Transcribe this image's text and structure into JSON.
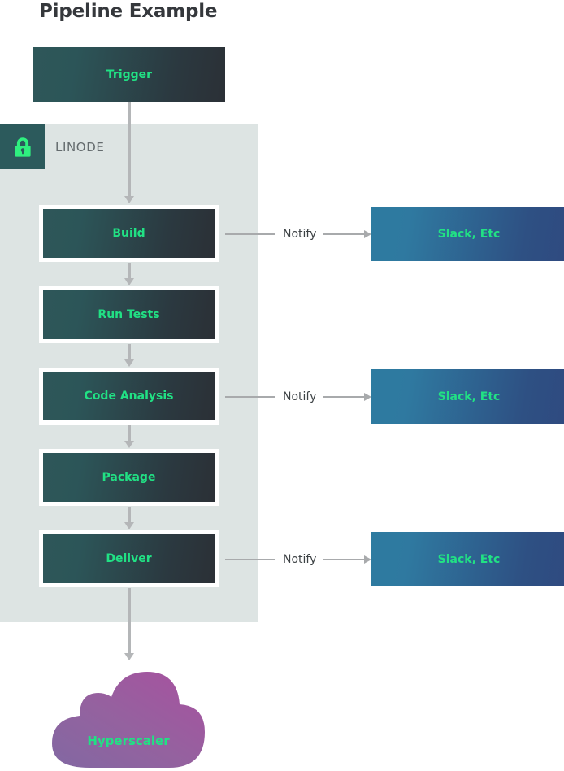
{
  "title": "Pipeline Example",
  "container": {
    "label": "LINODE",
    "badge_icon": "lock-icon"
  },
  "trigger": {
    "label": "Trigger"
  },
  "stages": [
    {
      "label": "Build"
    },
    {
      "label": "Run Tests"
    },
    {
      "label": "Code Analysis"
    },
    {
      "label": "Package"
    },
    {
      "label": "Deliver"
    }
  ],
  "notifications": [
    {
      "edge_label": "Notify",
      "target_label": "Slack, Etc"
    },
    {
      "edge_label": "Notify",
      "target_label": "Slack, Etc"
    },
    {
      "edge_label": "Notify",
      "target_label": "Slack, Etc"
    }
  ],
  "cloud": {
    "label": "Hyperscaler"
  },
  "colors": {
    "accent_green": "#21e184",
    "panel_bg": "#dde4e3",
    "badge_bg": "#2c5a5c",
    "node_gradient_start": "#2e5759",
    "node_gradient_end": "#2b3036",
    "sink_gradient_start": "#2d7ba0",
    "sink_gradient_end": "#2f4a80",
    "cloud_gradient_start": "#8a6aa0",
    "cloud_gradient_end": "#a254a0",
    "arrow_gray": "#b4b6b8",
    "title_color": "#35383c",
    "label_gray": "#646b6e"
  }
}
